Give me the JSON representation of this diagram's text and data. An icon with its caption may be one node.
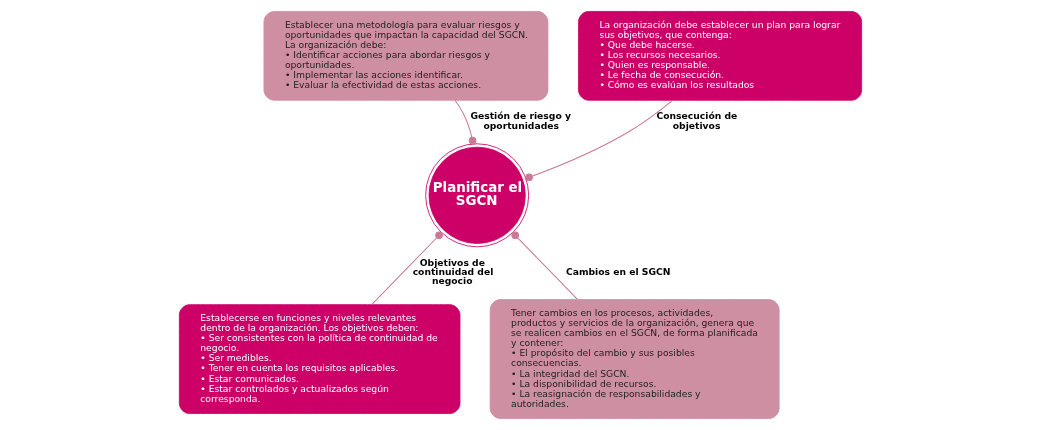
{
  "diagram": {
    "nodes": [
      {
        "text": [
          "Planificar el SGCN"
        ]
      },
      {
        "text": [
          "Establecer una metodología para evaluar riesgos y oportunidades que impactan la capacidad del SGCN.",
          "La organización debe:",
          "• Identificar acciones para abordar riesgos y oportunidades.",
          "• Implementar las acciones identificar.",
          "• Evaluar la efectividad de estas acciones."
        ]
      },
      {
        "text": [
          "La organización debe establecer un plan para lograr sus objetivos, que contenga:",
          "• Que debe hacerse.",
          "• Los recursos necesarios.",
          "• Quien es responsable.",
          "• Le fecha de consecución.",
          "• Cómo es evalúan los resultados"
        ]
      },
      {
        "text": [
          "Establecerse en funciones y niveles relevantes dentro de la organización. Los objetivos deben:",
          "• Ser consistentes con la política de continuidad de negocio.",
          "• Ser medibles.",
          "• Tener en cuenta los requisitos aplicables.",
          "• Estar comunicados.",
          "• Estar controlados y actualizados según corresponda."
        ]
      },
      {
        "text": [
          "Tener cambios en los procesos, actividades, productos y servicios de la organización, genera que se realicen cambios en el SGCN, de forma planificada y contener:",
          "• El propósito del cambio y sus posibles consecuencias.",
          "• La integridad del SGCN.",
          "• La disponibilidad de recursos.",
          "• La reasignación de responsabilidades y autoridades."
        ]
      }
    ],
    "edges": [
      {
        "from": 0,
        "to": 1,
        "arrow": "other",
        "label": "Gestión de riesgo y oportunidades"
      },
      {
        "from": 0,
        "to": 2,
        "arrow": "other",
        "label": "Consecución de objetivos"
      },
      {
        "from": 0,
        "to": 3,
        "arrow": "other",
        "label": "Objetivos de continuidad del negocio"
      },
      {
        "from": 0,
        "to": 4,
        "arrow": "other",
        "label": "Cambios en el SGCN"
      }
    ]
  }
}
